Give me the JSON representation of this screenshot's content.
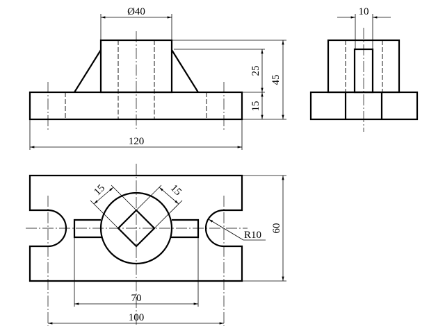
{
  "front_view": {
    "dims": {
      "boss_diameter": "Ø40",
      "boss_height": "25",
      "total_height": "45",
      "base_height": "15",
      "length": "120"
    }
  },
  "side_view": {
    "dims": {
      "slot_width": "10"
    }
  },
  "top_view": {
    "dims": {
      "square_side_a": "15",
      "square_side_b": "15",
      "notch_radius": "R10",
      "width": "60",
      "slot_span": "70",
      "notch_spacing": "100"
    }
  }
}
